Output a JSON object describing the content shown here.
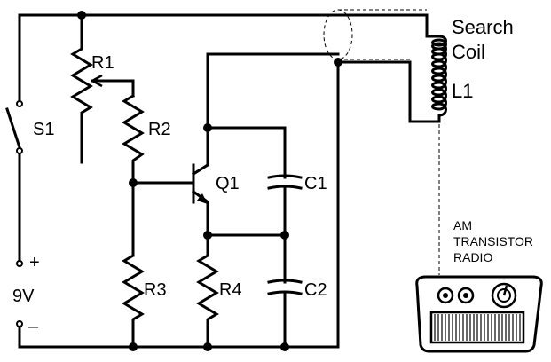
{
  "labels": {
    "r1": "R1",
    "r2": "R2",
    "r3": "R3",
    "r4": "R4",
    "s1": "S1",
    "q1": "Q1",
    "c1": "C1",
    "c2": "C2",
    "battery_voltage": "9V",
    "battery_plus": "+",
    "battery_minus": "–",
    "coil_line1": "Search",
    "coil_line2": "Coil",
    "coil_ref": "L1",
    "radio_line1": "AM",
    "radio_line2": "TRANSISTOR",
    "radio_line3": "RADIO"
  }
}
